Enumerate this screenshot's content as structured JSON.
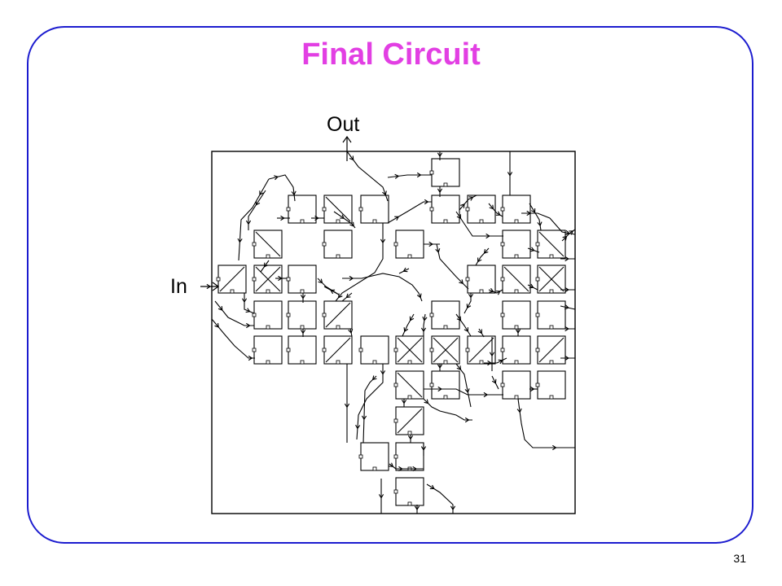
{
  "slide": {
    "title": "Final Circuit",
    "page_number": "31",
    "title_color": "#e23fe3",
    "frame_color": "#1c1ccf"
  },
  "circuit": {
    "output_label": "Out",
    "input_label": "In",
    "line_color": "#000000"
  }
}
